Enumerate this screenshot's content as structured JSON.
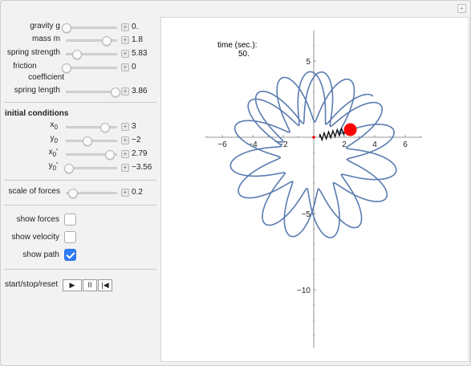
{
  "controls": {
    "gravity": {
      "label": "gravity g",
      "value": "0.",
      "slider_fraction": 0.0
    },
    "mass": {
      "label": "mass m",
      "value": "1.8",
      "slider_fraction": 0.78
    },
    "spring": {
      "label": "spring strength",
      "value": "5.83",
      "slider_fraction": 0.2
    },
    "friction": {
      "label1": "friction",
      "label2": "coefficient",
      "value": "0",
      "slider_fraction": 0.0
    },
    "length": {
      "label": "spring length",
      "value": "3.86",
      "slider_fraction": 0.95
    }
  },
  "initial": {
    "heading": "initial conditions",
    "x0": {
      "label": "x",
      "sub": "0",
      "value": "3",
      "slider_fraction": 0.75
    },
    "y0": {
      "label": "y",
      "sub": "0",
      "value": "−2",
      "slider_fraction": 0.4
    },
    "vx0": {
      "label": "x",
      "sub": "0",
      "prime": "'",
      "value": "2.79",
      "slider_fraction": 0.85
    },
    "vy0": {
      "label": "y",
      "sub": "0",
      "prime": "'",
      "value": "−3.56",
      "slider_fraction": 0.05
    }
  },
  "scale": {
    "label": "scale of forces",
    "value": "0.2",
    "slider_fraction": 0.12
  },
  "toggles": {
    "forces": {
      "label": "show forces",
      "checked": false
    },
    "velocity": {
      "label": "show velocity",
      "checked": false
    },
    "path": {
      "label": "show path",
      "checked": true
    }
  },
  "playback": {
    "label": "start/stop/reset",
    "play": "▶",
    "pause": "II",
    "reset": "|◀"
  },
  "plot": {
    "time_label": "time (sec.):",
    "time_value": "50.",
    "xticks": [
      "−6",
      "−4",
      "−2",
      "2",
      "4",
      "6"
    ],
    "yticks": [
      "5",
      "−5",
      "−10"
    ],
    "path_color": "#5a7bb0",
    "mass_color": "#ff0000",
    "mass_position": [
      2.4,
      0.5
    ],
    "anchor_position": [
      0,
      0
    ]
  }
}
